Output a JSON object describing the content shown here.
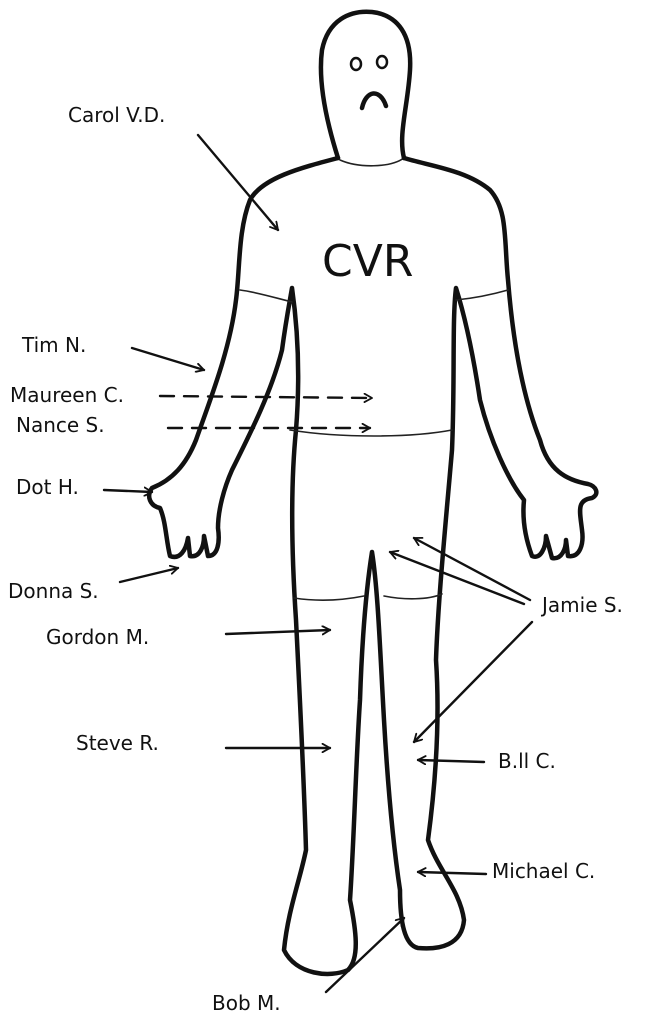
{
  "chest_label": "CVR",
  "labels": {
    "carol": "Carol V.D.",
    "tim": "Tim N.",
    "maureen": "Maureen C.",
    "nance": "Nance S.",
    "dot": "Dot H.",
    "donna": "Donna S.",
    "gordon": "Gordon M.",
    "steve": "Steve R.",
    "jamie": "Jamie S.",
    "bill": "B.ll C.",
    "michael": "Michael C.",
    "bob": "Bob M."
  }
}
